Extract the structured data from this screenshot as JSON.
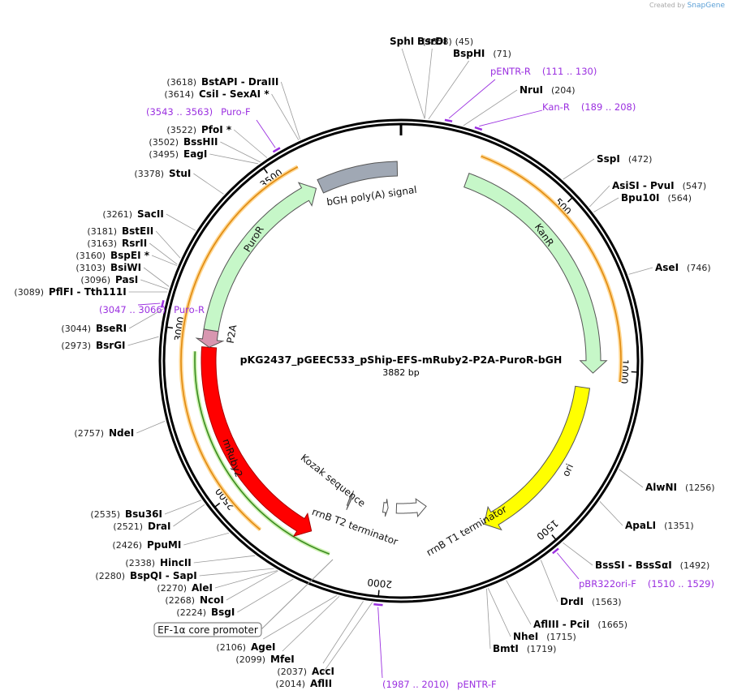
{
  "badge": {
    "prefix": "Created by",
    "brand": "SnapGene"
  },
  "plasmid": {
    "name": "pKG2437_pGEEC533_pShip-EFS-mRuby2-P2A-PuroR-bGH",
    "length_label": "3882 bp"
  },
  "ticks": [
    "500",
    "1000",
    "1500",
    "2000",
    "2500",
    "3000",
    "3500"
  ],
  "sites": [
    {
      "pos": "(3858)",
      "name": "SphI"
    },
    {
      "pos": "(45)",
      "name": "BsrDI"
    },
    {
      "pos": "(71)",
      "name": "BspHI"
    },
    {
      "pos": "(204)",
      "name": "NruI"
    },
    {
      "pos": "(472)",
      "name": "SspI"
    },
    {
      "pos": "(547)",
      "name": "AsiSI  -  PvuI"
    },
    {
      "pos": "(564)",
      "name": "Bpu10I"
    },
    {
      "pos": "(746)",
      "name": "AseI"
    },
    {
      "pos": "(1256)",
      "name": "AlwNI"
    },
    {
      "pos": "(1351)",
      "name": "ApaLI"
    },
    {
      "pos": "(1492)",
      "name": "BssSI  -  BssSαI"
    },
    {
      "pos": "(1563)",
      "name": "DrdI"
    },
    {
      "pos": "(1665)",
      "name": "AflIII  -  PciI"
    },
    {
      "pos": "(1715)",
      "name": "NheI"
    },
    {
      "pos": "(1719)",
      "name": "BmtI"
    },
    {
      "pos": "(2014)",
      "name": "AflII"
    },
    {
      "pos": "(2037)",
      "name": "AccI"
    },
    {
      "pos": "(2099)",
      "name": "MfeI"
    },
    {
      "pos": "(2106)",
      "name": "AgeI"
    },
    {
      "pos": "(2224)",
      "name": "BsgI"
    },
    {
      "pos": "(2268)",
      "name": "NcoI"
    },
    {
      "pos": "(2270)",
      "name": "AleI"
    },
    {
      "pos": "(2280)",
      "name": "BspQI  -  SapI"
    },
    {
      "pos": "(2338)",
      "name": "HincII"
    },
    {
      "pos": "(2426)",
      "name": "PpuMI"
    },
    {
      "pos": "(2521)",
      "name": "DraI"
    },
    {
      "pos": "(2535)",
      "name": "Bsu36I"
    },
    {
      "pos": "(2757)",
      "name": "NdeI"
    },
    {
      "pos": "(2973)",
      "name": "BsrGI"
    },
    {
      "pos": "(3044)",
      "name": "BseRI"
    },
    {
      "pos": "(3089)",
      "name": "PflFI  -  Tth111I"
    },
    {
      "pos": "(3096)",
      "name": "PasI"
    },
    {
      "pos": "(3103)",
      "name": "BsiWI"
    },
    {
      "pos": "(3160)",
      "name": "BspEI *"
    },
    {
      "pos": "(3163)",
      "name": "RsrII"
    },
    {
      "pos": "(3181)",
      "name": "BstEII"
    },
    {
      "pos": "(3261)",
      "name": "SacII"
    },
    {
      "pos": "(3378)",
      "name": "StuI"
    },
    {
      "pos": "(3495)",
      "name": "EagI"
    },
    {
      "pos": "(3502)",
      "name": "BssHII"
    },
    {
      "pos": "(3522)",
      "name": "PfoI *"
    },
    {
      "pos": "(3614)",
      "name": "CsiI  -  SexAI *"
    },
    {
      "pos": "(3618)",
      "name": "BstAPI  -  DraIII"
    }
  ],
  "primers": [
    {
      "name": "pENTR-R",
      "range": "(111 .. 130)"
    },
    {
      "name": "Kan-R",
      "range": "(189 .. 208)"
    },
    {
      "name": "pBR322ori-F",
      "range": "(1510 .. 1529)"
    },
    {
      "name": "pENTR-F",
      "range": "(1987 .. 2010)"
    },
    {
      "name": "Puro-R",
      "range": "(3047 .. 3066)"
    },
    {
      "name": "Puro-F",
      "range": "(3543 .. 3563)"
    }
  ],
  "features": [
    {
      "name": "KanR",
      "color": "#c6f7c8"
    },
    {
      "name": "ori",
      "color": "#ffff00"
    },
    {
      "name": "rrnB T1 terminator",
      "color": "#ffffff"
    },
    {
      "name": "rrnB T2 terminator",
      "color": "#ffffff"
    },
    {
      "name": "Kozak sequence",
      "color": "#a0a0a0"
    },
    {
      "name": "mRuby2",
      "color": "#ff0000"
    },
    {
      "name": "P2A",
      "color": "#d896b0"
    },
    {
      "name": "PuroR",
      "color": "#c6f7c8"
    },
    {
      "name": "bGH poly(A) signal",
      "color": "#a0a8b4"
    },
    {
      "name": "EF-1α core promoter",
      "color": "#ffffff"
    }
  ],
  "colors": {
    "backbone": "#000000",
    "primer": "#9b30e0",
    "orf": "#e08a10",
    "promoter": "#3a8a20"
  }
}
